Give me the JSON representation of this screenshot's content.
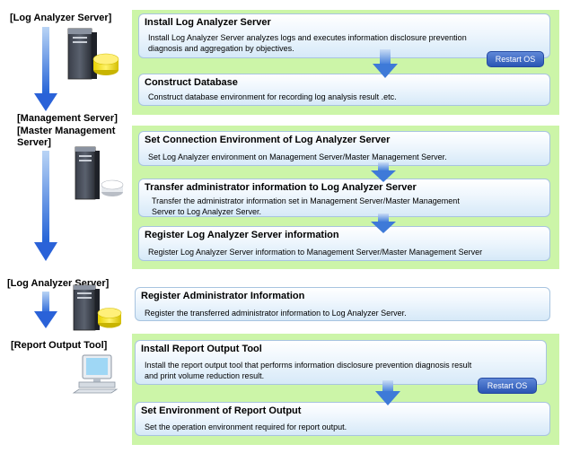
{
  "labels": {
    "las1": "[Log Analyzer Server]",
    "mgmt_line1": "[Management Server]",
    "mgmt_line2": "[Master Management",
    "mgmt_line3": "Server]",
    "las2": "[Log Analyzer Server]",
    "rot": "[Report Output Tool]"
  },
  "restart_label": "Restart OS",
  "steps": [
    {
      "title": "Install Log Analyzer Server",
      "desc": [
        "Install Log Analyzer Server analyzes logs and executes information disclosure prevention",
        "diagnosis and aggregation by objectives."
      ]
    },
    {
      "title": "Construct Database",
      "desc": [
        "Construct  database environment for recording log analysis result .etc."
      ]
    },
    {
      "title": "Set Connection Environment of Log Analyzer Server",
      "desc": [
        "Set Log Analyzer environment on Management Server/Master Management Server."
      ]
    },
    {
      "title": "Transfer administrator information to Log Analyzer Server",
      "desc": [
        "Transfer the administrator information set in Management Server/Master Management",
        "Server to Log Analyzer Server."
      ]
    },
    {
      "title": "Register Log Analyzer Server information",
      "desc": [
        "Register Log Analyzer Server information to Management Server/Master Management Server"
      ]
    },
    {
      "title": "Register Administrator Information",
      "desc": [
        "Register the transferred  administrator information to Log Analyzer Server."
      ]
    },
    {
      "title": "Install Report Output Tool",
      "desc": [
        "Install the report output tool that performs information disclosure prevention diagnosis result",
        "and print volume reduction result."
      ]
    },
    {
      "title": "Set Environment of Report Output",
      "desc": [
        "Set the operation environment required for report output."
      ]
    }
  ]
}
